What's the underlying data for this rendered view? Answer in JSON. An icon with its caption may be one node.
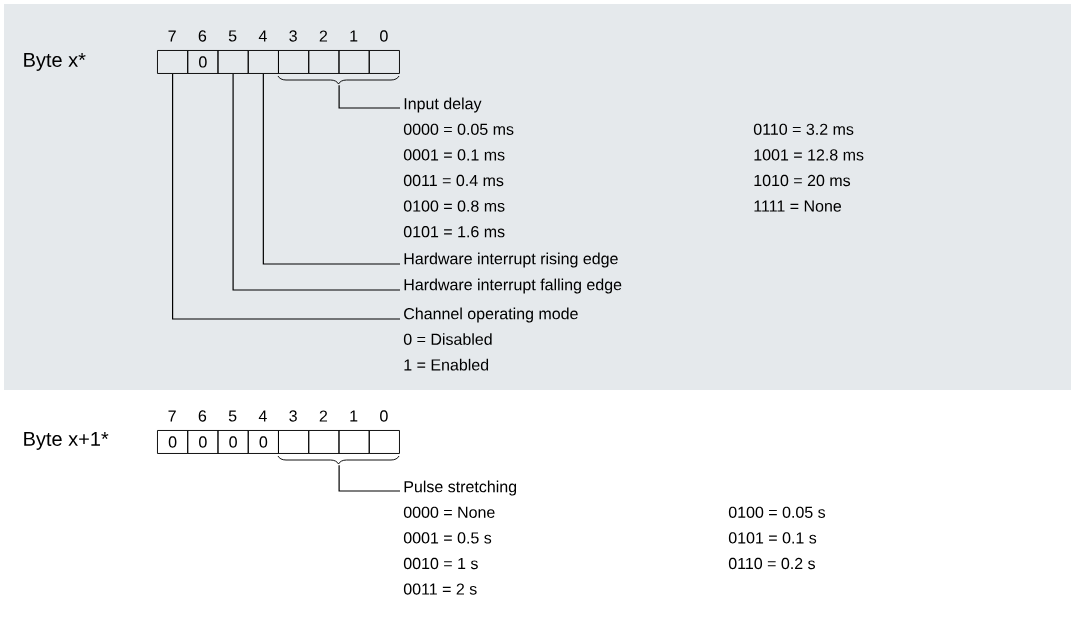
{
  "diagram": {
    "nodes": [
      {
        "text": [],
        "shape": "box"
      },
      {
        "text": [
          "0"
        ]
      },
      {
        "text": [],
        "shape": "box"
      },
      {
        "text": [],
        "shape": "box"
      },
      {
        "text": [],
        "shape": "box"
      },
      {
        "text": [],
        "shape": "box"
      },
      {
        "text": [],
        "shape": "box"
      },
      {
        "text": [],
        "shape": "box"
      },
      {
        "text": [],
        "shape": "bracket"
      },
      {
        "text": [
          "Input delay",
          "0000 = 0.05 ms",
          "0001 = 0.1 ms",
          "0011 = 0.4 ms",
          "0100 = 0.8 ms",
          "0101 = 1.6 ms",
          "0110 = 3.2 ms",
          "1001 = 12.8 ms",
          "1010 = 20 ms",
          "1111 = None"
        ]
      },
      {
        "text": [
          "Hardware interrupt rising edge"
        ]
      },
      {
        "text": [
          "Hardware interrupt falling edge"
        ]
      },
      {
        "text": [
          "Channel operating mode",
          "0 = Disabled",
          "1 = Enabled"
        ]
      },
      {
        "text": [
          "0"
        ]
      },
      {
        "text": [
          "0"
        ]
      },
      {
        "text": [
          "0"
        ]
      },
      {
        "text": [
          "0"
        ]
      },
      {
        "text": [],
        "shape": "box"
      },
      {
        "text": [],
        "shape": "box"
      },
      {
        "text": [],
        "shape": "box"
      },
      {
        "text": [],
        "shape": "box"
      },
      {
        "text": [],
        "shape": "bracket"
      },
      {
        "text": [
          "Pulse stretching",
          "0000 = None",
          "0001 = 0.5 s",
          "0010 = 1 s",
          "0011 = 2 s",
          "0100 = 0.05 s",
          "0101 = 0.1 s",
          "0110 = 0.2 s"
        ]
      }
    ],
    "edges": [
      {
        "from": 9,
        "to": 8,
        "arrow": "none"
      },
      {
        "from": 10,
        "to": 3,
        "arrow": "none"
      },
      {
        "from": 11,
        "to": 2,
        "arrow": "none"
      },
      {
        "from": 12,
        "to": 0,
        "arrow": "none"
      },
      {
        "from": 22,
        "to": 21,
        "arrow": "none"
      }
    ],
    "labels": [
      "Byte x*",
      "7",
      "6",
      "5",
      "4",
      "3",
      "2",
      "1",
      "0",
      "Byte x+1*",
      "7",
      "6",
      "5",
      "4",
      "3",
      "2",
      "1",
      "0"
    ]
  }
}
